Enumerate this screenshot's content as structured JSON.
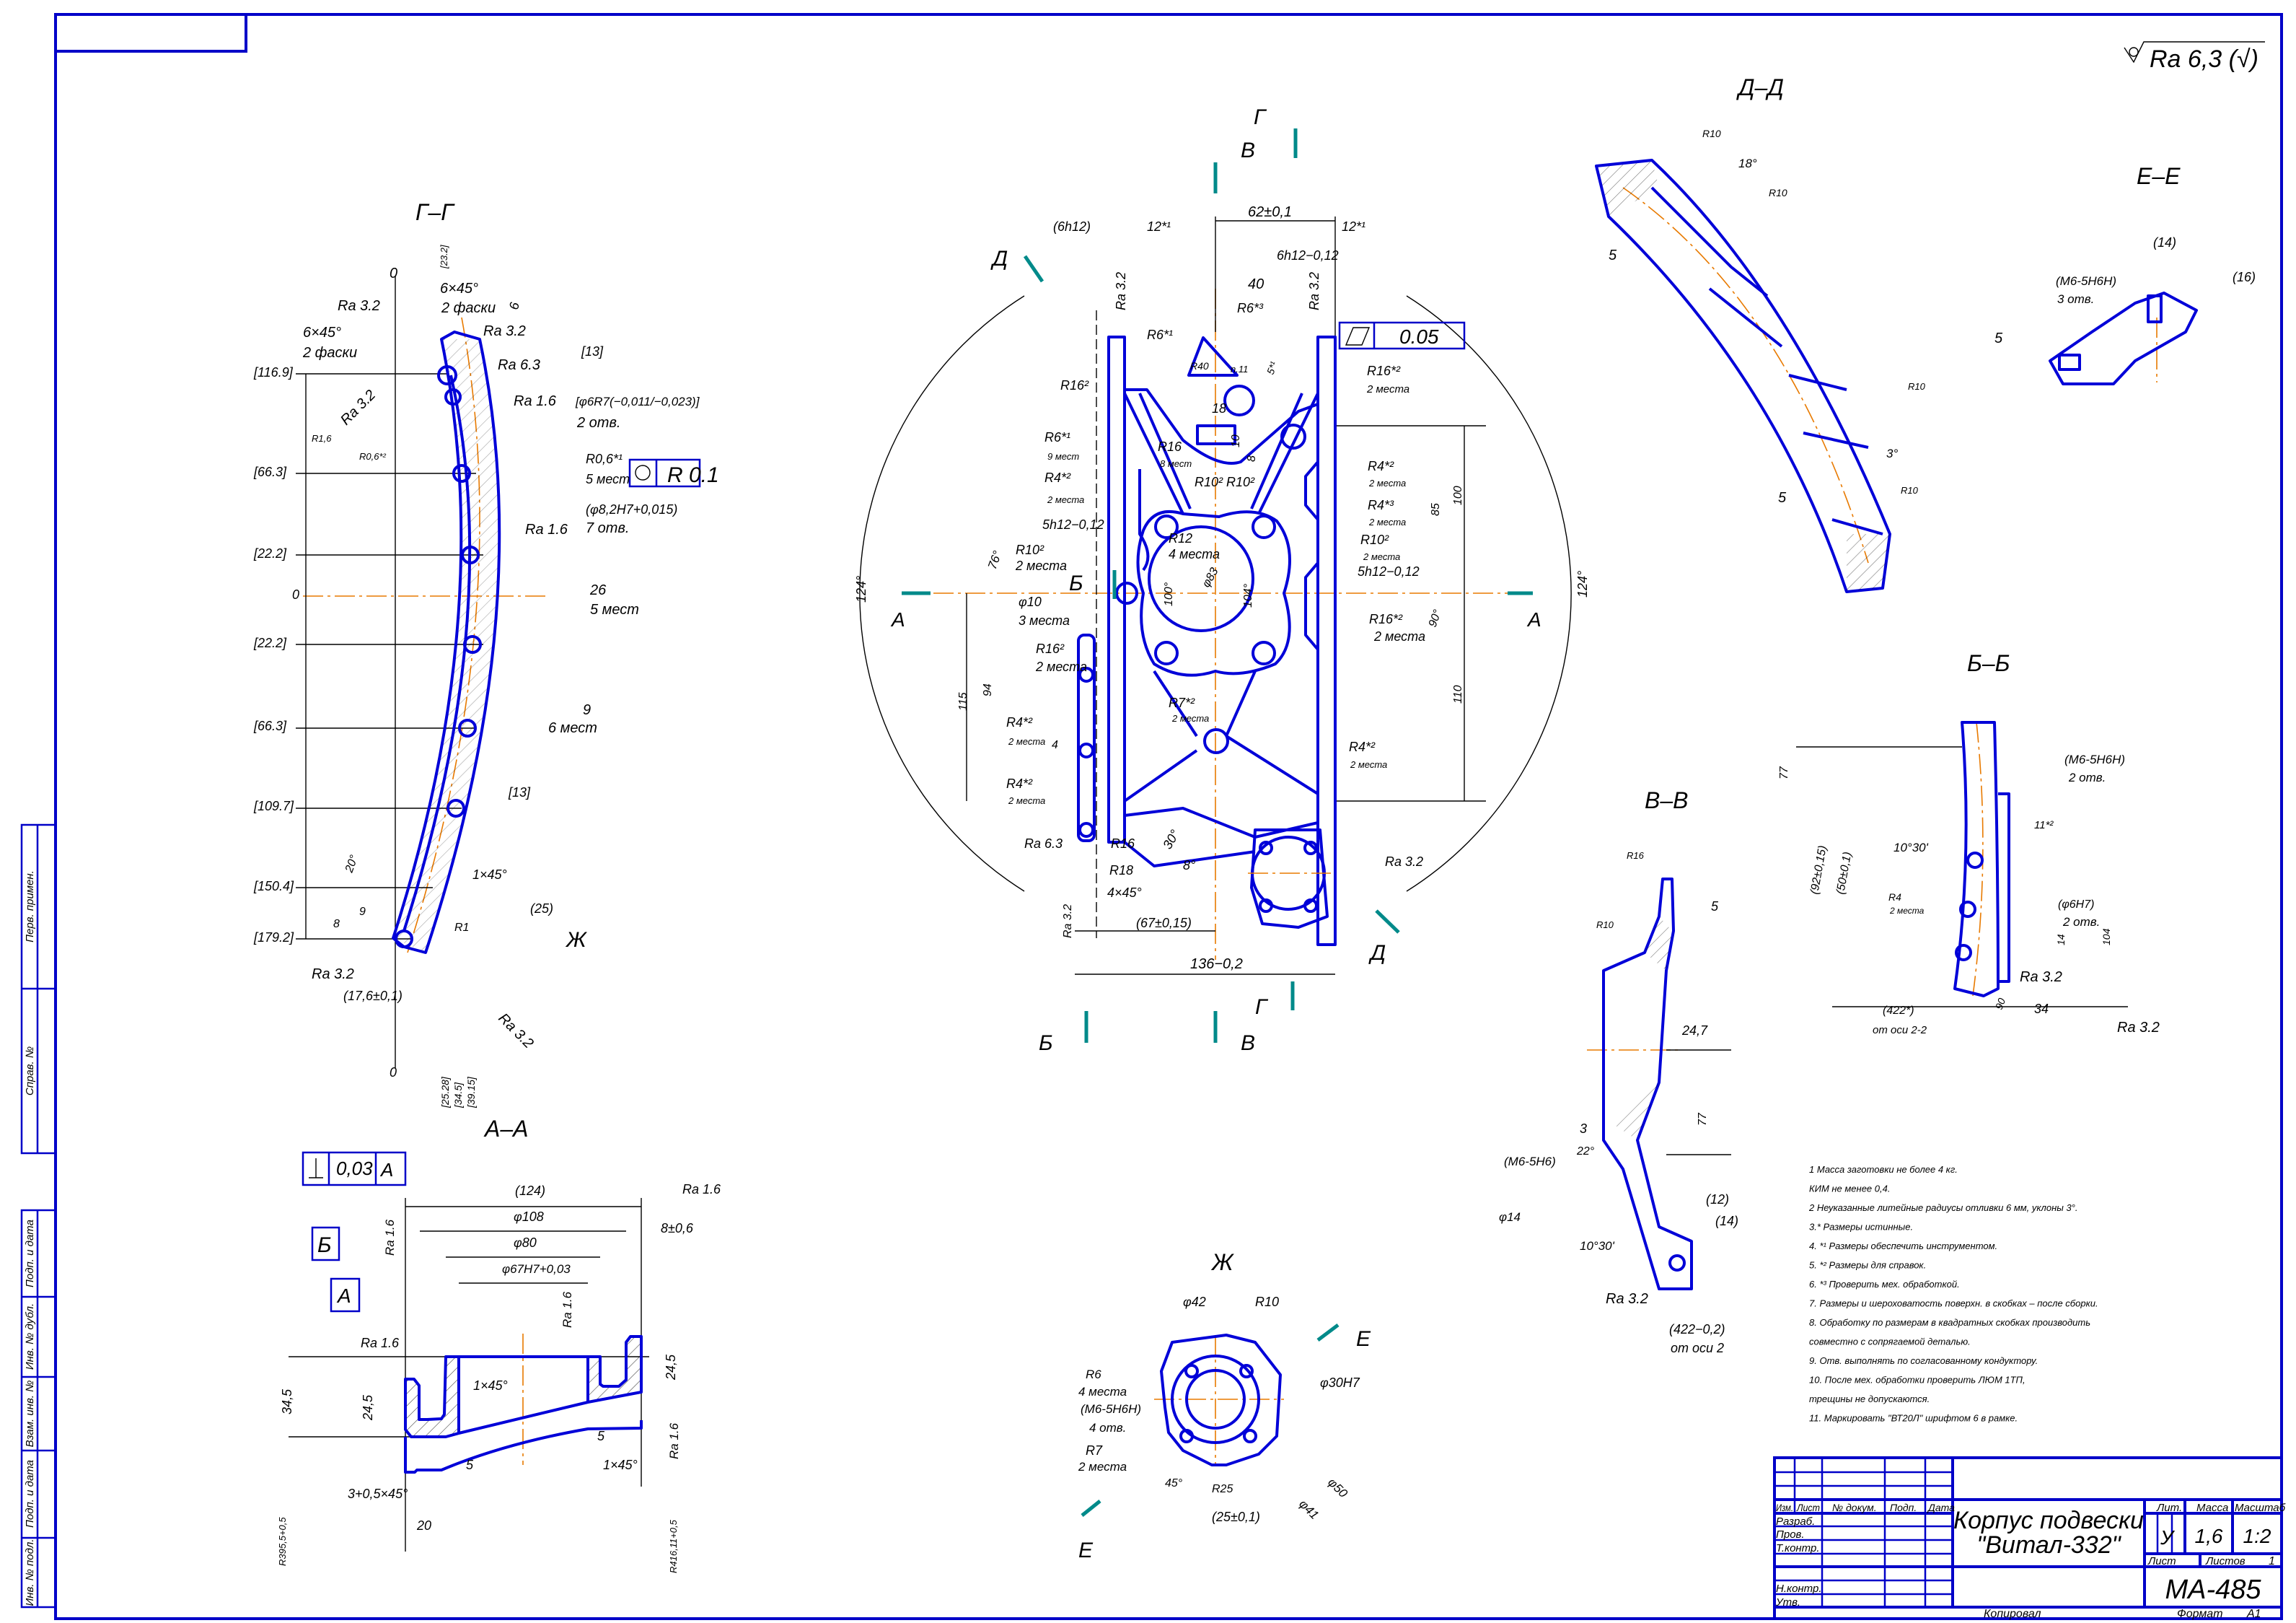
{
  "general_roughness": "Ra 6,3 (√)",
  "side_stamps": [
    "Перв. примен.",
    "Справ. №",
    "Подп. и дата",
    "Инв. № дубл.",
    "Взам. инв. №",
    "Подп. и дата",
    "Инв. № подл."
  ],
  "title_block": {
    "headers": [
      "Изм.",
      "Лист",
      "№ докум.",
      "Подп.",
      "Дата"
    ],
    "roles": [
      "Разраб.",
      "Пров.",
      "Т.контр.",
      "Н.контр.",
      "Утв."
    ],
    "part_name_line1": "Корпус подвески",
    "part_name_line2": "\"Витал-332\"",
    "lit_label": "Лит.",
    "mass_label": "Масса",
    "scale_label": "Масштаб",
    "lit_value": "У",
    "mass_value": "1,6",
    "scale_value": "1:2",
    "sheet_label": "Лист",
    "sheets_label": "Листов",
    "sheets_value": "1",
    "designation": "МА-485",
    "copied_label": "Копировал",
    "format_label": "Формат",
    "format_value": "А1"
  },
  "notes": [
    "1 Масса заготовки не более 4 кг.",
    "КИМ не менее 0,4.",
    "2 Неуказанные литейные радиусы отливки 6 мм, уклоны 3°.",
    "3.* Размеры истинные.",
    "4. *¹ Размеры обеспечить инструментом.",
    "5. *² Размеры для справок.",
    "6. *³ Проверить мех. обработкой.",
    "7. Размеры и шероховатость поверхн. в скобках – после сборки.",
    "8. Обработку по размерам в квадратных скобках производить",
    "совместно с сопрягаемой деталью.",
    "9. Отв. выполнять по согласованному кондуктору.",
    "10. После мех. обработки проверить ЛЮМ 1ТП,",
    "трещины не допускаются.",
    "11. Маркировать \"ВТ20Л\" шрифтом 6 в рамке."
  ],
  "views": {
    "g_g": {
      "title": "Г–Г",
      "labels": [
        "0",
        "[23.2]",
        "Ra 3.2",
        "6×45°",
        "2 фаски",
        "6×45°",
        "2 фаски",
        "Ra 3.2",
        "6",
        "Ra 6.3",
        "[13]",
        "Ra 3.2",
        "R1,6",
        "R0,6*²",
        "Ra 1.6",
        "[φ6R7(−0,011/−0,023)]",
        "2 отв.",
        "R0,6*¹",
        "5 мест",
        "R 0.1",
        "(φ8,2H7+0,015)",
        "7 отв.",
        "Ra 1.6",
        "[116.9]",
        "[66.3]",
        "[22.2]",
        "0",
        "[22.2]",
        "[66.3]",
        "[109.7]",
        "[150.4]",
        "[179.2]",
        "26",
        "5 мест",
        "9",
        "6 мест",
        "[13]",
        "1×45°",
        "(25)",
        "Ж",
        "R1",
        "Ra 3.2",
        "(17,6±0,1)",
        "Ra 3.2",
        "0",
        "[25.28]",
        "[34.5]",
        "[39.15]",
        "20°",
        "8",
        "9"
      ]
    },
    "main": {
      "labels": [
        "Г",
        "В",
        "(6h12)",
        "12*¹",
        "62±0,1",
        "12*¹",
        "Д",
        "6h12−0,12",
        "40",
        "Ra 3.2",
        "R6*³",
        "Ra 3.2",
        "0.05",
        "R6*¹",
        "R16²",
        "R40",
        "R16*²",
        "2 места",
        "18",
        "10",
        "8",
        "R6*¹",
        "9 мест",
        "R16",
        "8 мест",
        "R4*²",
        "2 места",
        "R10²",
        "R10²",
        "R4*²",
        "2 места",
        "R4*³",
        "2 места",
        "5h12−0,12",
        "R12",
        "4 места",
        "R10²",
        "2 места",
        "5h12−0,12",
        "76°",
        "R10²",
        "2 места",
        "Б",
        "124°",
        "А",
        "φ10",
        "3 места",
        "100°",
        "φ83",
        "104°",
        "90°",
        "124°",
        "А",
        "100",
        "85",
        "R16*²",
        "2 места",
        "R16²",
        "2 места",
        "115",
        "94",
        "110",
        "R7*²",
        "2 места",
        "R4*²",
        "2 места",
        "4",
        "R4*²",
        "2 места",
        "R4*²",
        "2 места",
        "Ra 6.3",
        "R16",
        "30°",
        "8°",
        "R18",
        "Ra 3.2",
        "Д",
        "4×45°",
        "(67±0,15)",
        "Ra 3.2",
        "136−0,2",
        "Б",
        "В",
        "Г",
        "n.11",
        "5*¹"
      ]
    },
    "d_d": {
      "title": "Д–Д",
      "labels": [
        "R10",
        "18°",
        "R10",
        "5",
        "R10",
        "3°",
        "5",
        "R10"
      ]
    },
    "e_e": {
      "title": "Е–Е",
      "labels": [
        "(14)",
        "(М6-5Н6Н)",
        "3 отв.",
        "(16)",
        "5"
      ]
    },
    "b_b": {
      "title": "Б–Б",
      "labels": [
        "77",
        "(М6-5Н6Н)",
        "2 отв.",
        "(92±0,15)",
        "(50±0,1)",
        "10°30'",
        "11*²",
        "R4",
        "2 места",
        "(φ6Н7)",
        "2 отв.",
        "14",
        "104",
        "Ra 3.2",
        "34",
        "Ra 3.2",
        "(422*)",
        "от оси 2-2",
        "90"
      ]
    },
    "v_v": {
      "title": "В–В",
      "labels": [
        "R16",
        "5",
        "R10",
        "24,7",
        "77",
        "3",
        "22°",
        "(М6-5Н6)",
        "φ14",
        "10°30'",
        "(12)",
        "(14)",
        "Ra 3.2",
        "(422−0,2)",
        "от оси 2"
      ]
    },
    "a_a": {
      "title": "А–А",
      "labels": [
        "0,03",
        "А",
        "(124)",
        "φ108",
        "φ80",
        "φ67H7+0,03",
        "8±0,6",
        "Ra 1.6",
        "Б",
        "А",
        "Ra 1.6",
        "Ra 1.6",
        "34,5",
        "24,5",
        "1×45°",
        "Ra 1.6",
        "24,5",
        "5",
        "5",
        "1×45°",
        "Ra 1.6",
        "3+0,5×45°",
        "20",
        "R395,5+0,5",
        "R416,11+0,5"
      ]
    },
    "zh": {
      "title": "Ж",
      "labels": [
        "φ42",
        "R10",
        "Е",
        "φ30Н7",
        "R6",
        "4 места",
        "(М6-5Н6Н)",
        "4 отв.",
        "R7",
        "2 места",
        "φ50",
        "φ41",
        "45°",
        "R25",
        "(25±0,1)",
        "Е"
      ]
    }
  }
}
